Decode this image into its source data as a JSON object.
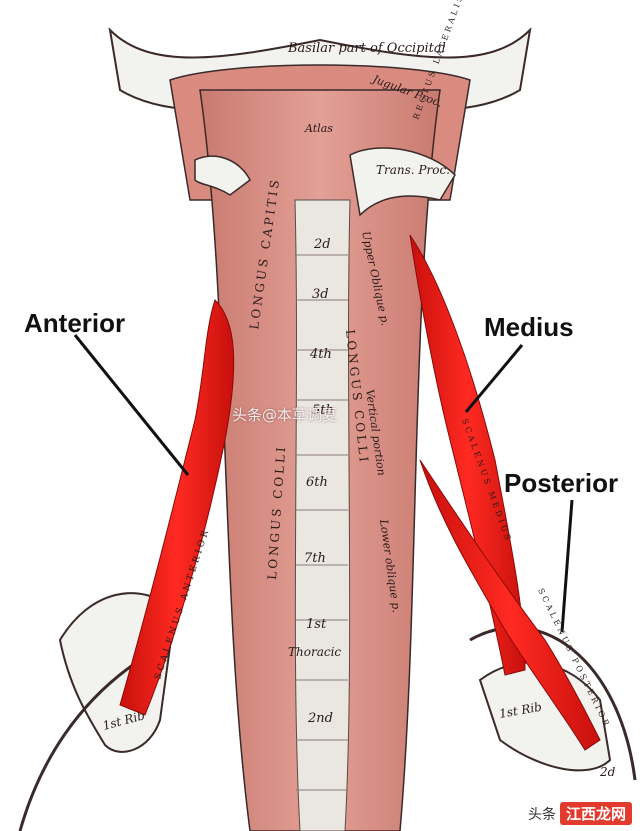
{
  "labels": {
    "anterior": "Anterior",
    "medius": "Medius",
    "posterior": "Posterior"
  },
  "anatomy_labels": {
    "basilar": "Basilar part of Occipital",
    "jugular_proc": "Jugular Proc.",
    "rectus_lateralis": "RECTUS LATERALIS",
    "trans_proc": "Trans. Proc.",
    "atlas": "Atlas",
    "longus_capitis": "LONGUS CAPITIS",
    "longus_colli_left": "LONGUS COLLI",
    "longus_colli_right": "LONGUS COLLI",
    "upper_oblique": "Upper Oblique p.",
    "vertical_portion": "Vertical portion",
    "lower_oblique": "Lower oblique p.",
    "scalenus_anterior": "SCALENUS ANTERIOR",
    "scalenus_medius": "SCALENUS MEDIUS",
    "scalenus_posterior": "SCALENUS POSTERIOR",
    "v2": "2d",
    "v3": "3d",
    "v4": "4th",
    "v5": "5th",
    "v6": "6th",
    "v7": "7th",
    "t1": "1st",
    "thoracic": "Thoracic",
    "t2": "2nd",
    "first_rib_left": "1st Rib",
    "first_rib_right": "1st Rib",
    "rib2": "2d"
  },
  "watermark": "头条@本草调夏",
  "footer": {
    "source": "头条",
    "badge": "江西龙网"
  },
  "colors": {
    "muscle_red": "#e8231f",
    "muscle_pink": "#d98b80",
    "bone": "#f2f2ee",
    "outline": "#3a2a2a"
  }
}
